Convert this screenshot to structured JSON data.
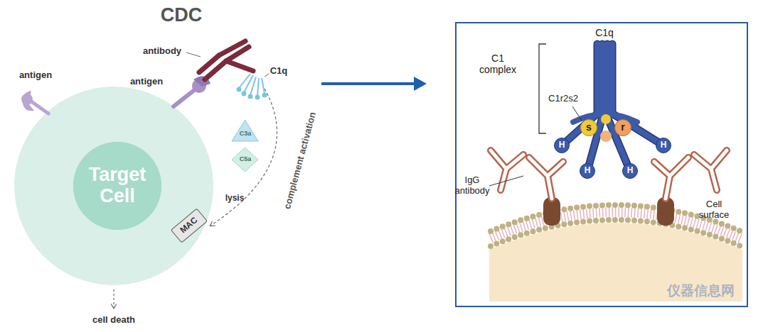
{
  "diagram": {
    "title": "CDC",
    "nodes": [
      {
        "text": [
          "Target Cell"
        ]
      },
      {
        "text": [
          "C3a"
        ]
      },
      {
        "text": [
          "C5a"
        ]
      },
      {
        "text": [
          "MAC"
        ]
      },
      {
        "text": [
          "s"
        ]
      },
      {
        "text": [
          "r"
        ]
      },
      {
        "text": [
          "H"
        ]
      },
      {
        "text": [
          "H"
        ]
      },
      {
        "text": [
          "H"
        ]
      },
      {
        "text": [
          "H"
        ]
      }
    ],
    "labels": [
      "antibody",
      "antigen",
      "antigen",
      "C1q",
      "lysis",
      "complement activation",
      "cell death",
      "C1q",
      "C1 complex",
      "C1r2s2",
      "IgG antibody",
      "Cell surface",
      "仪器信息网"
    ]
  }
}
